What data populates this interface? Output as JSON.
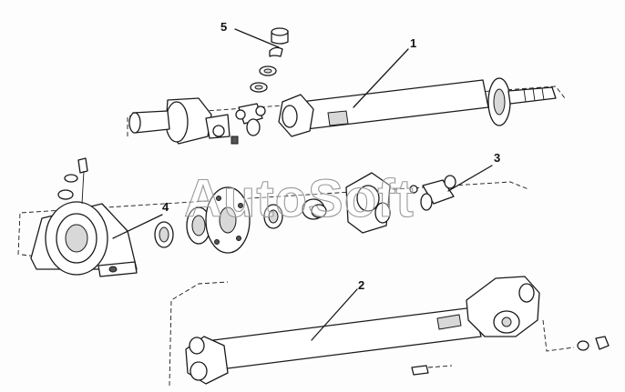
{
  "watermark": "AutoSoft",
  "callouts": [
    {
      "id": "1",
      "label": "1"
    },
    {
      "id": "2",
      "label": "2"
    },
    {
      "id": "3",
      "label": "3"
    },
    {
      "id": "4",
      "label": "4"
    },
    {
      "id": "5",
      "label": "5"
    }
  ],
  "colors": {
    "line": "#1a1a1a",
    "background": "#fdfdfd",
    "watermark": "#9a9a9a"
  }
}
